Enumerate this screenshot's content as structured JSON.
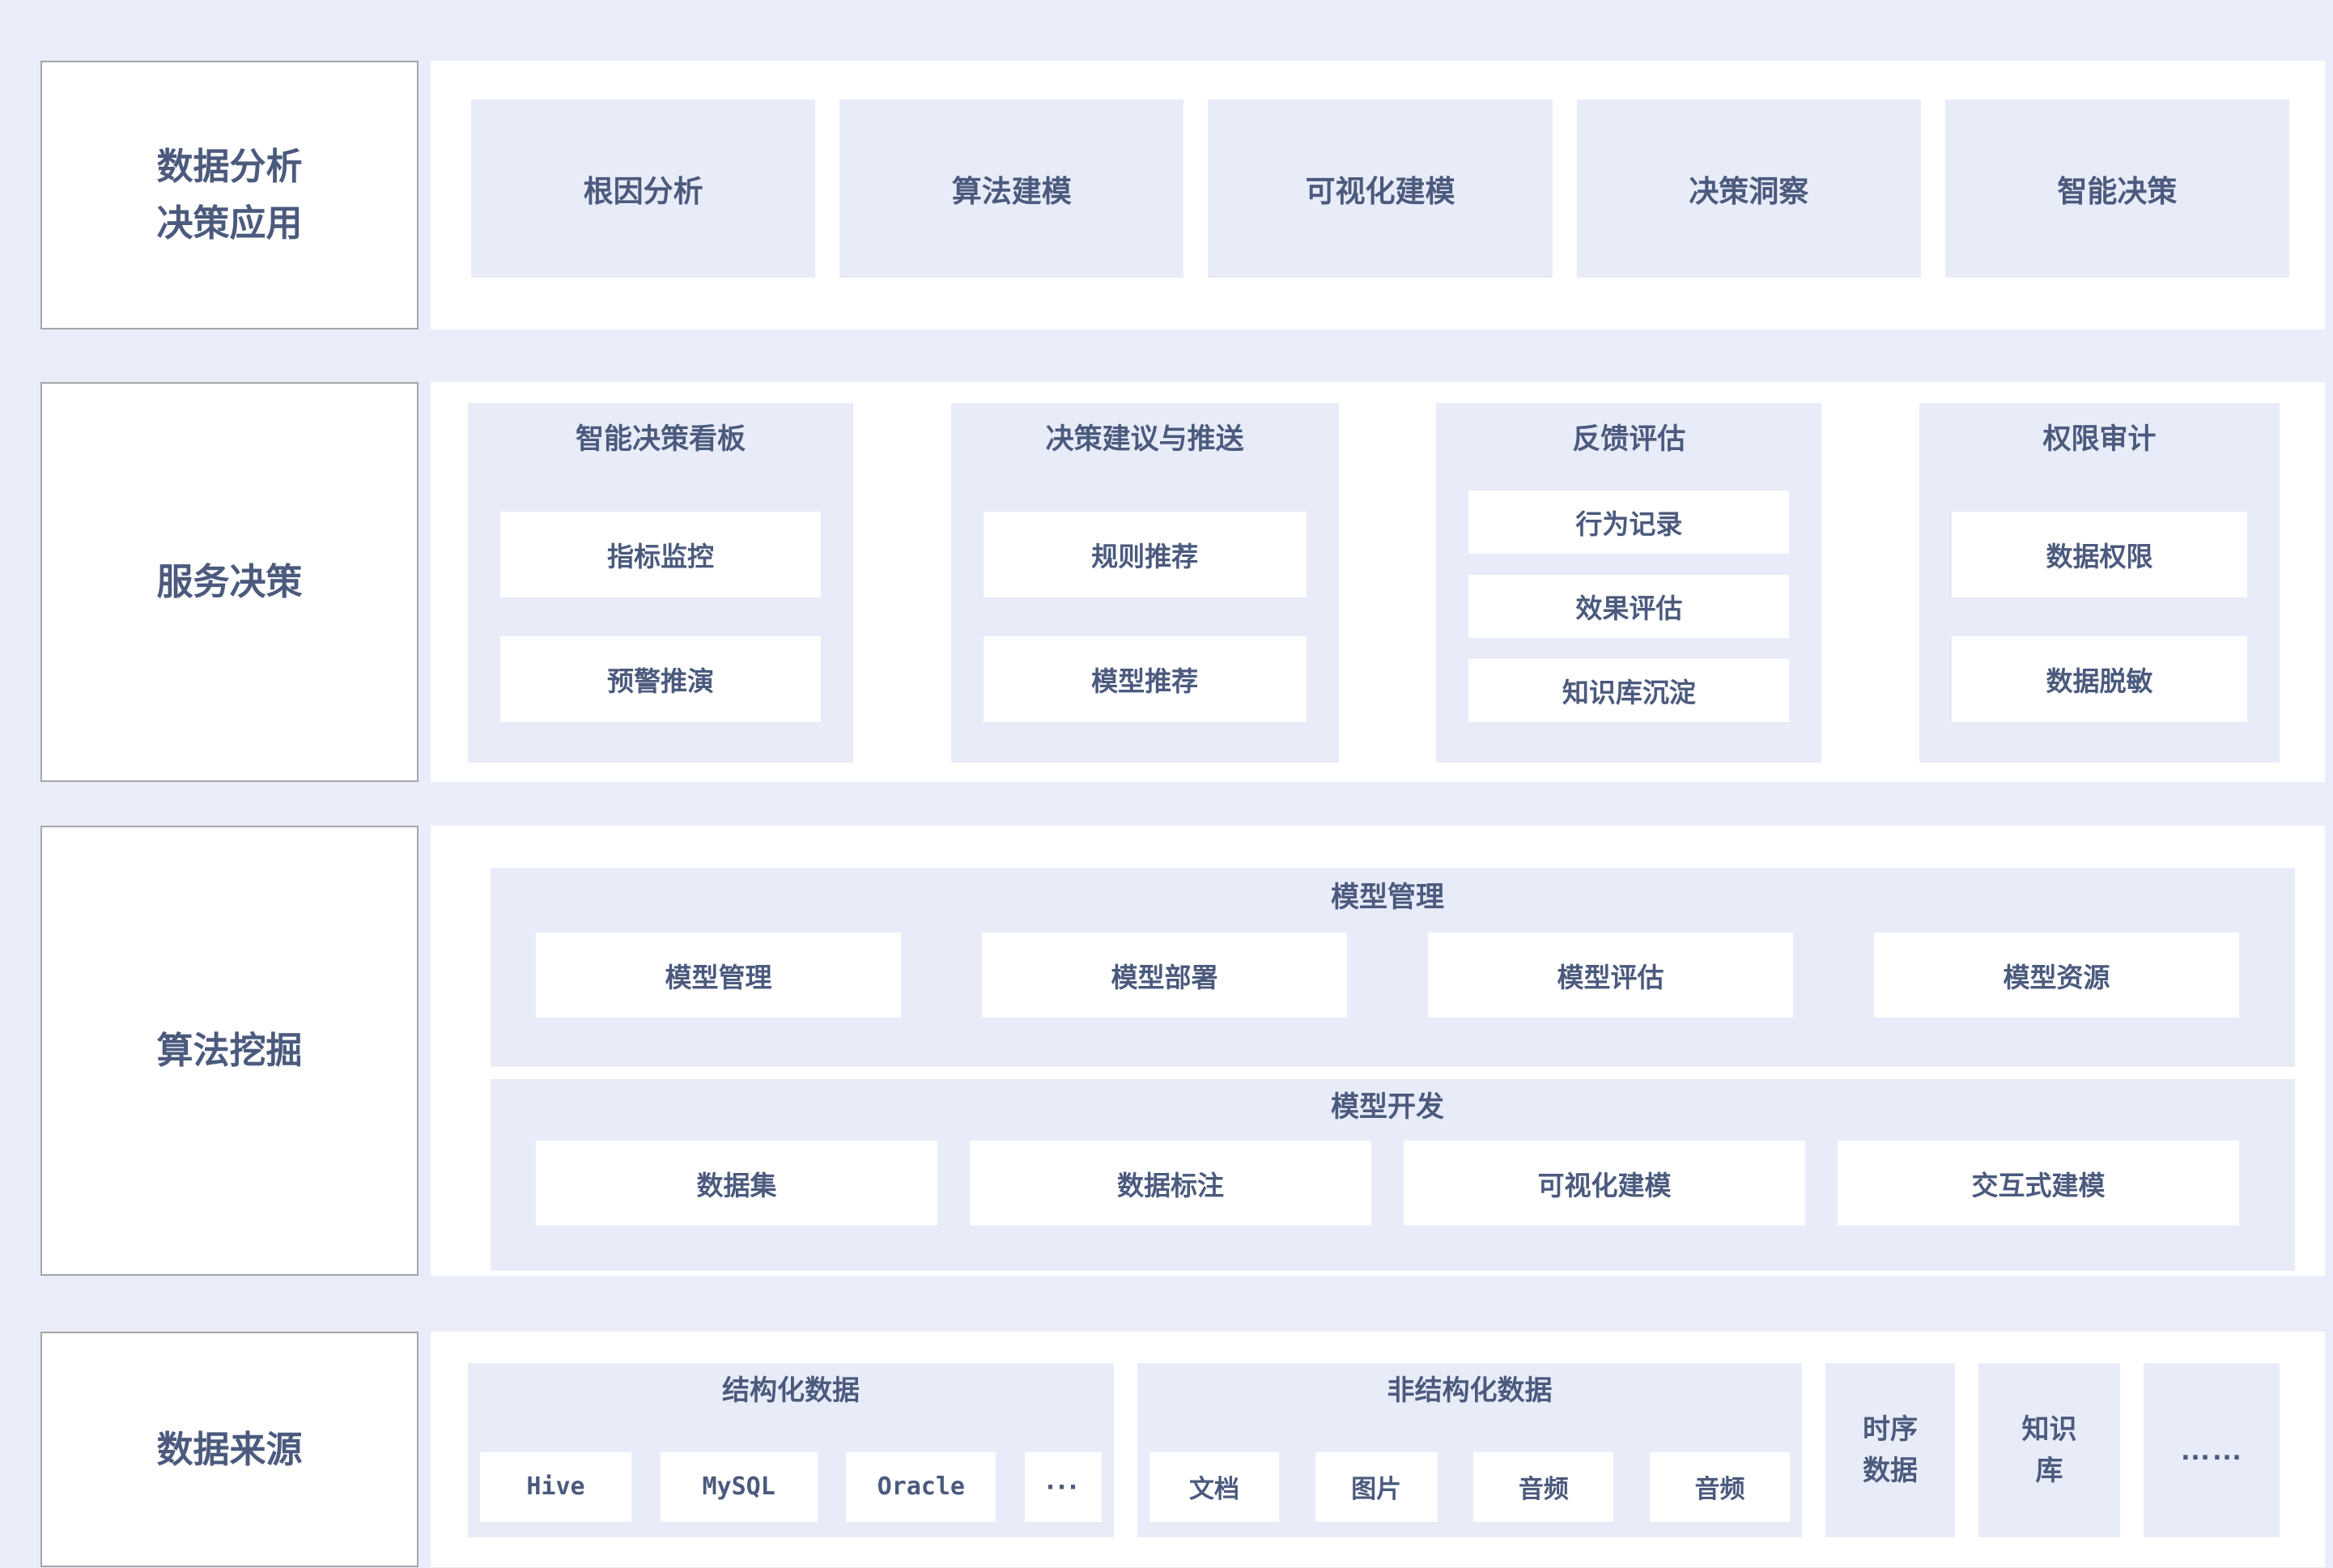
{
  "palette": {
    "page_bg": "#e9edf9",
    "band_bg": "#ffffff",
    "box_bg": "#e8ecf8",
    "text": "#4b5a7d",
    "label_border": "#a6a6a6"
  },
  "row1": {
    "label": "数据分析\n决策应用",
    "items": [
      "根因分析",
      "算法建模",
      "可视化建模",
      "决策洞察",
      "智能决策"
    ]
  },
  "row2": {
    "label": "服务决策",
    "groups": [
      {
        "title": "智能决策看板",
        "items": [
          "指标监控",
          "预警推演"
        ]
      },
      {
        "title": "决策建议与推送",
        "items": [
          "规则推荐",
          "模型推荐"
        ]
      },
      {
        "title": "反馈评估",
        "items": [
          "行为记录",
          "效果评估",
          "知识库沉淀"
        ]
      },
      {
        "title": "权限审计",
        "items": [
          "数据权限",
          "数据脱敏"
        ]
      }
    ]
  },
  "row3": {
    "label": "算法挖掘",
    "sections": [
      {
        "title": "模型管理",
        "items": [
          "模型管理",
          "模型部署",
          "模型评估",
          "模型资源"
        ]
      },
      {
        "title": "模型开发",
        "items": [
          "数据集",
          "数据标注",
          "可视化建模",
          "交互式建模"
        ]
      }
    ]
  },
  "row4": {
    "label": "数据来源",
    "groups": [
      {
        "title": "结构化数据",
        "items": [
          "Hive",
          "MySQL",
          "Oracle",
          "···"
        ]
      },
      {
        "title": "非结构化数据",
        "items": [
          "文档",
          "图片",
          "音频",
          "音频"
        ]
      }
    ],
    "tiles": [
      "时序\n数据",
      "知识\n库",
      "……"
    ]
  }
}
